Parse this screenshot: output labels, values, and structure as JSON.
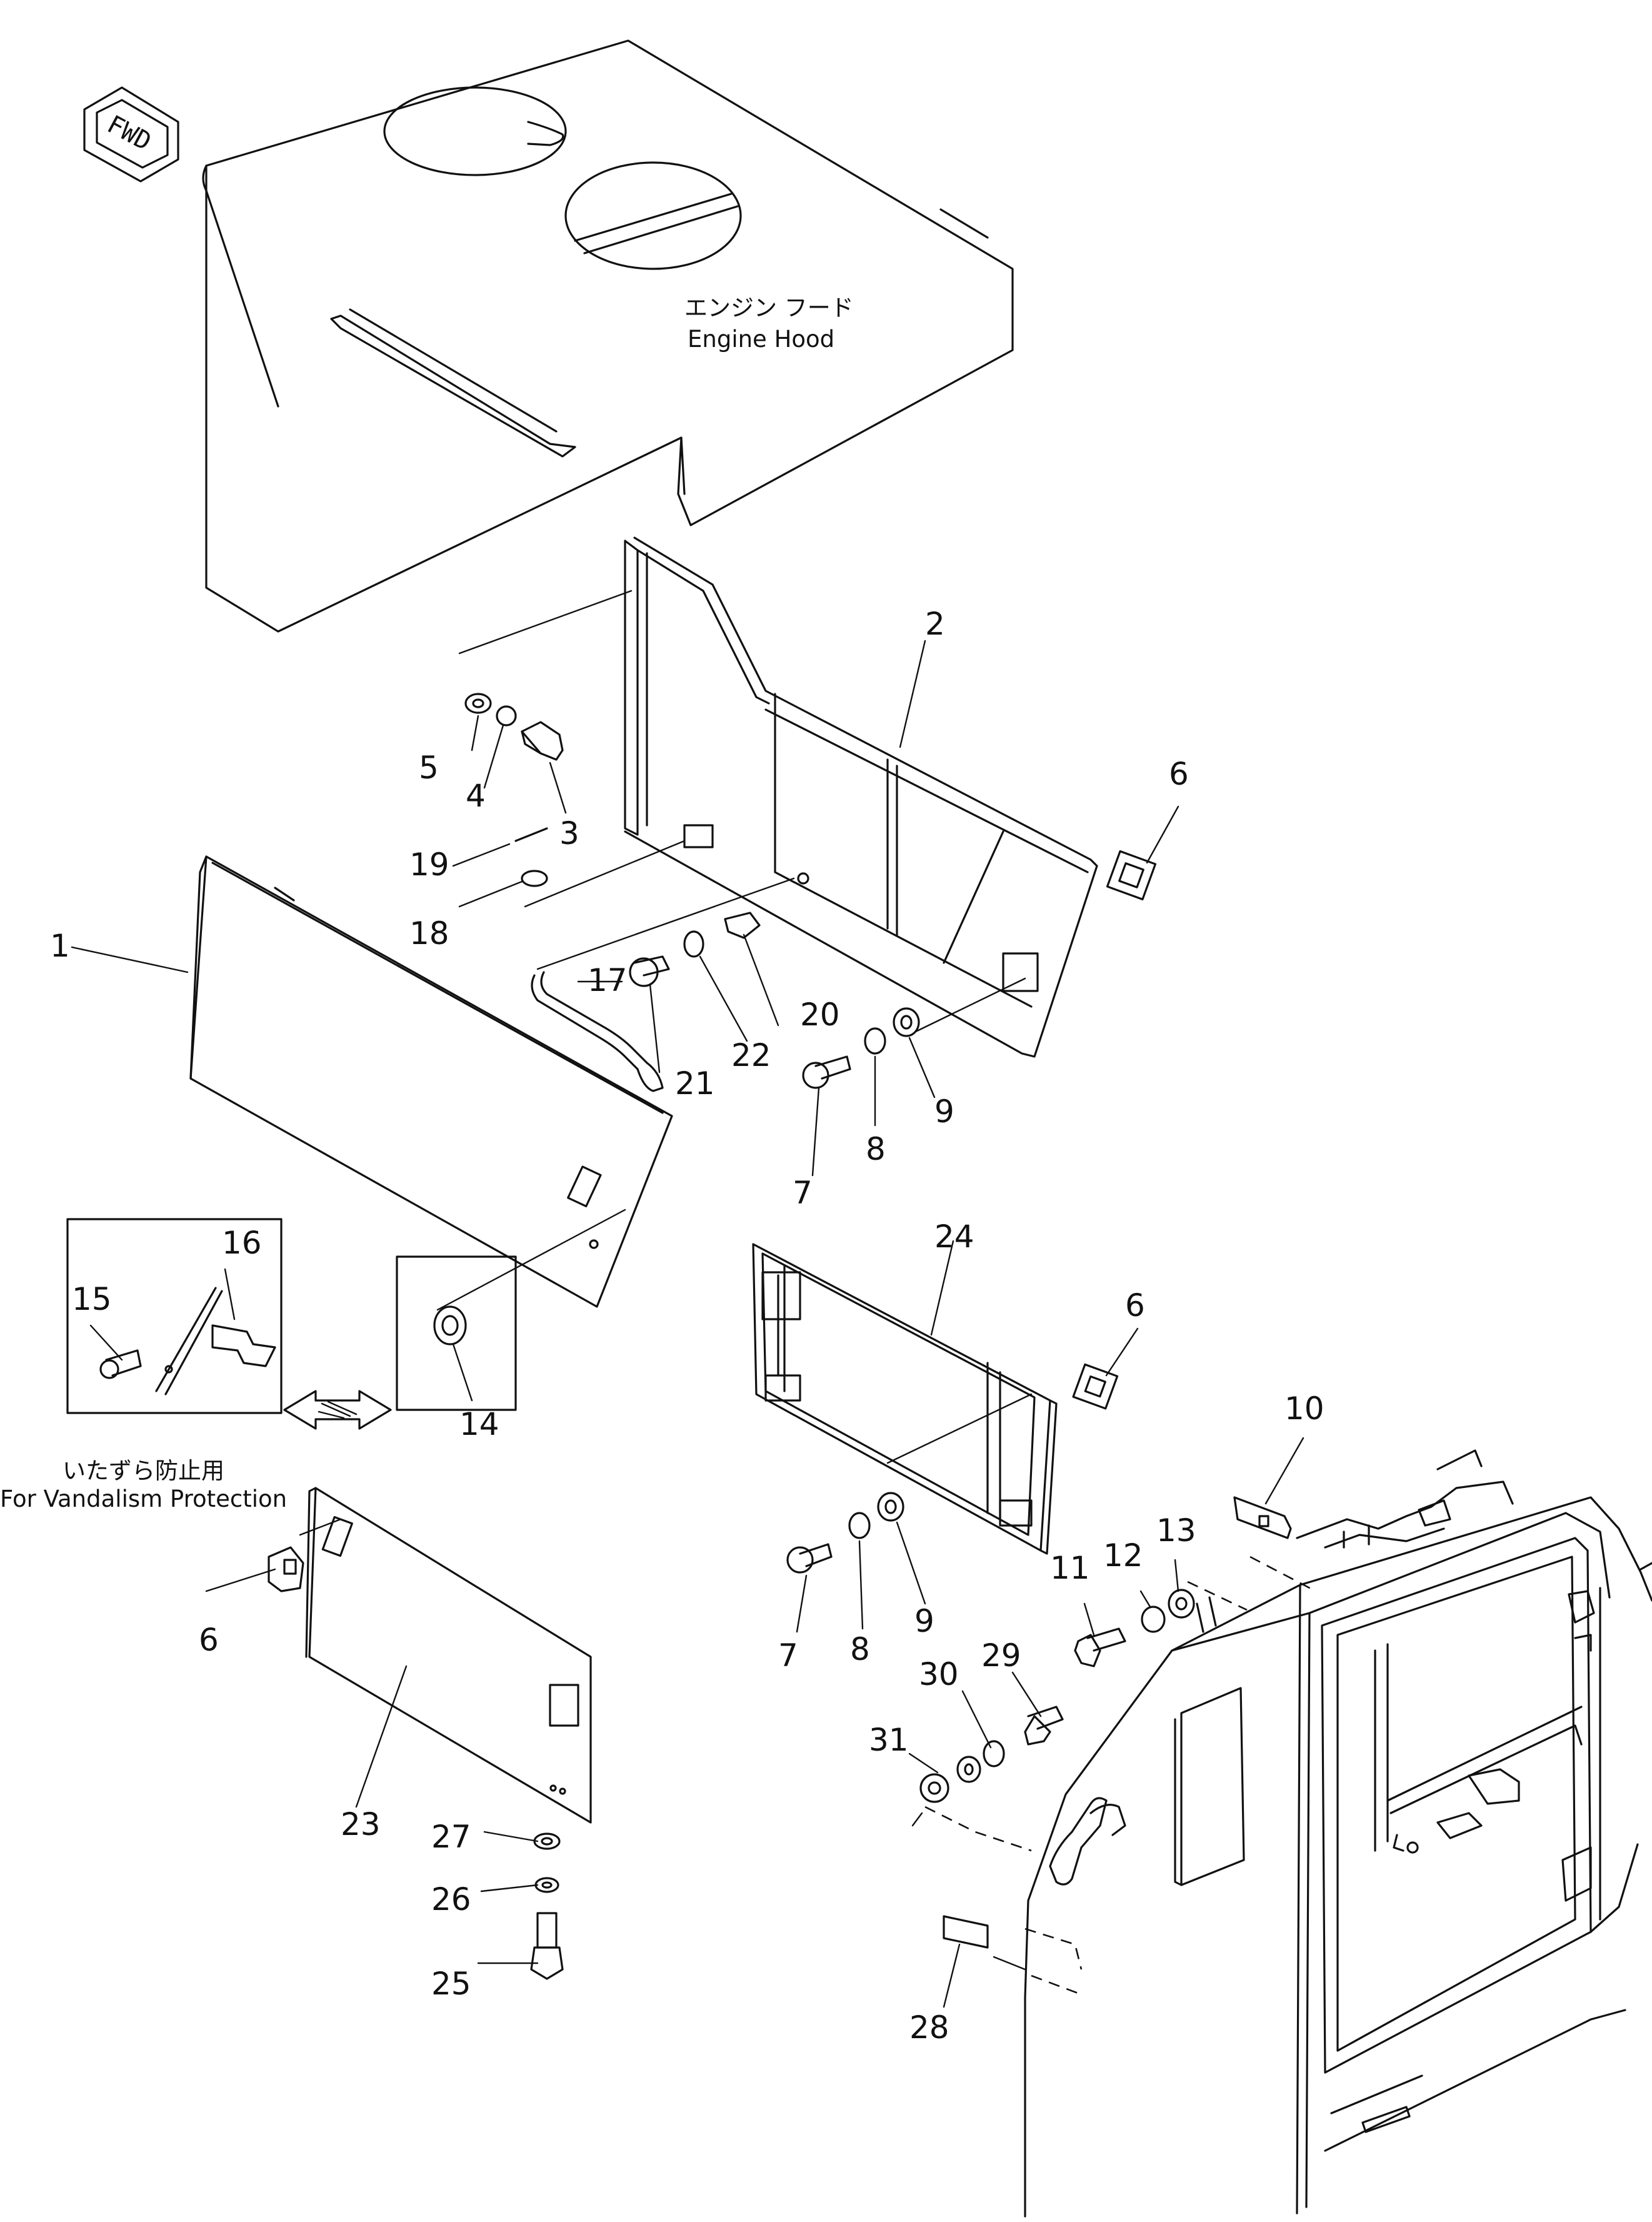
{
  "captions": {
    "engine_hood_jp": "エンジン フード",
    "engine_hood_en": "Engine Hood",
    "vandal_jp": "いたずら防止用",
    "vandal_en": "For Vandalism Protection",
    "fwd": "FWD"
  },
  "callouts": [
    "1",
    "2",
    "3",
    "4",
    "5",
    "6",
    "6",
    "6",
    "7",
    "7",
    "8",
    "8",
    "9",
    "9",
    "10",
    "11",
    "12",
    "13",
    "14",
    "15",
    "16",
    "17",
    "18",
    "19",
    "20",
    "21",
    "22",
    "23",
    "24",
    "25",
    "26",
    "27",
    "28",
    "29",
    "30",
    "31"
  ]
}
